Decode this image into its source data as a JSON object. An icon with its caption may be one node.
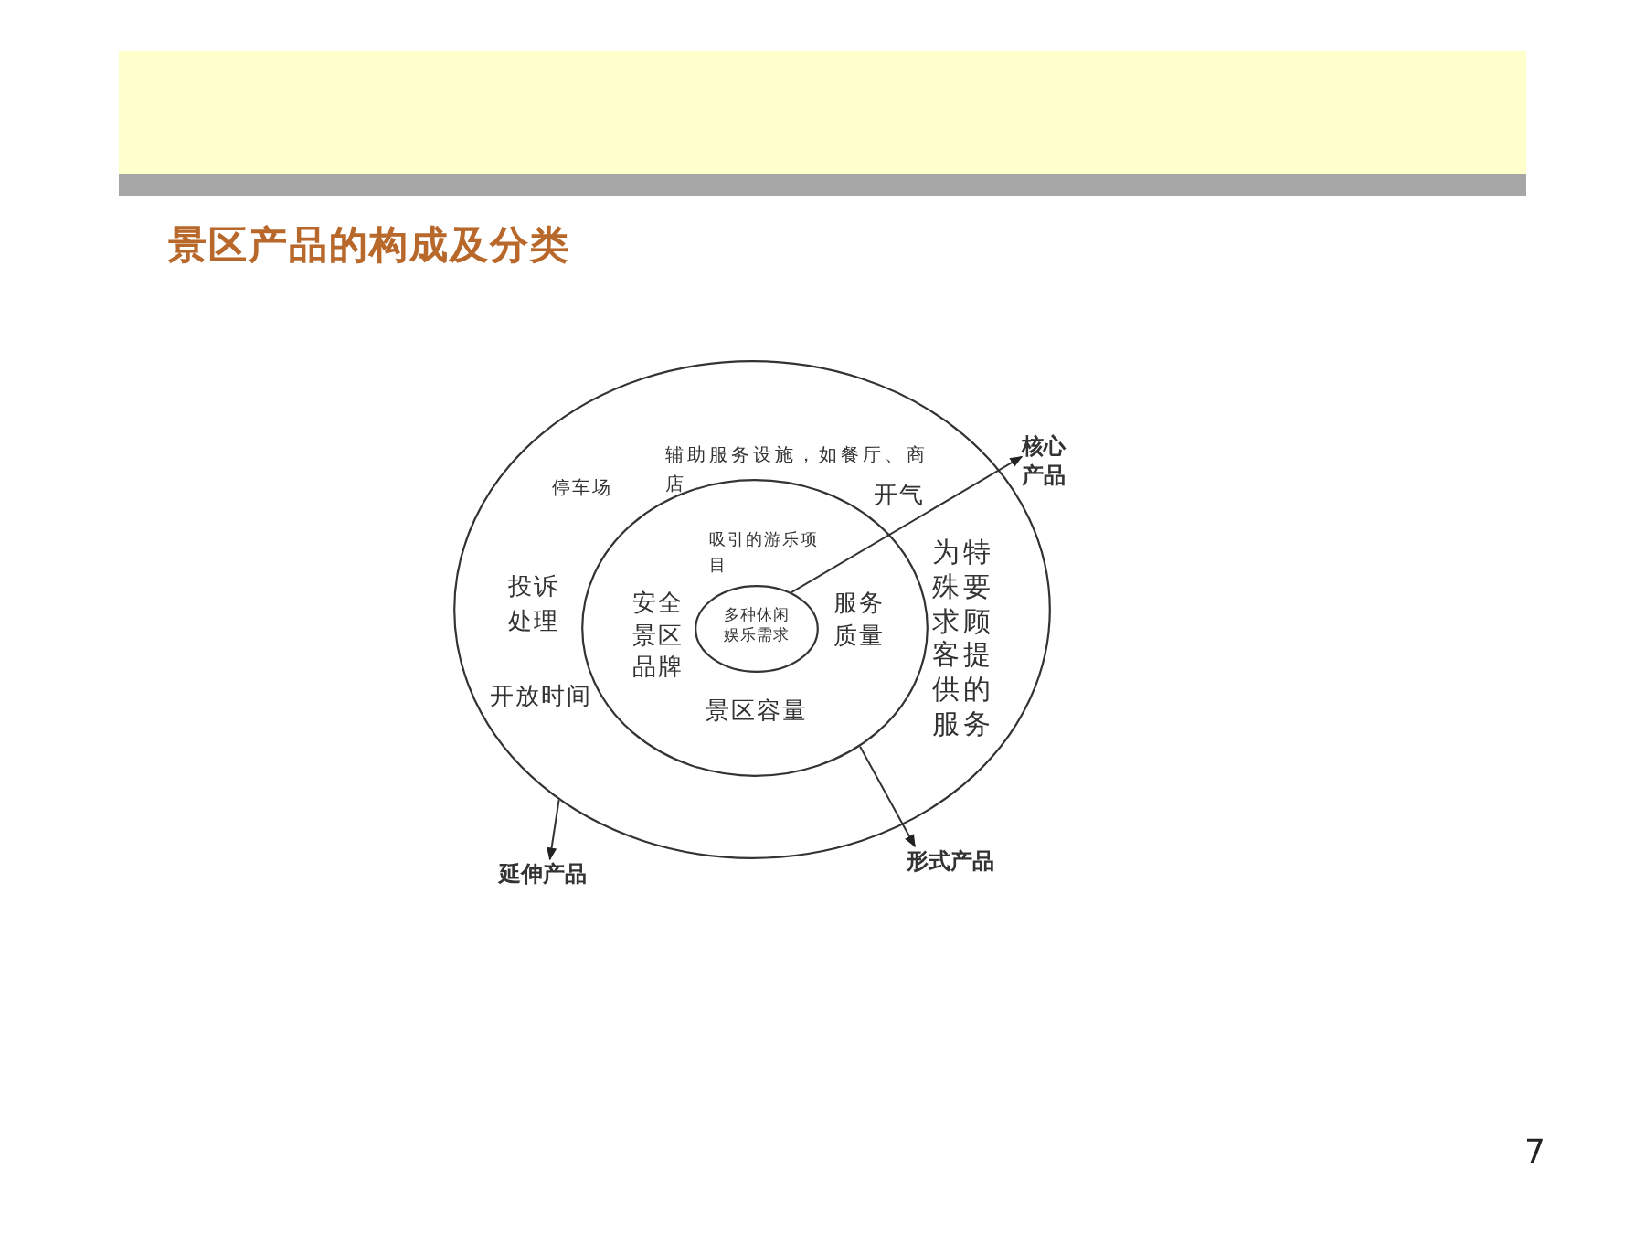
{
  "diagram": {
    "title": "景区产品的构成及分类",
    "nodes": [
      {
        "text": [
          "停车场",
          "辅助服务设施，如餐厅、商店",
          "开气",
          "投诉处理",
          "开放时间",
          "为特殊要求顾客提供的服务"
        ]
      },
      {
        "text": [
          "吸引的游乐项目",
          "安全景区品牌",
          "服务质量",
          "景区容量"
        ],
        "in": 0
      },
      {
        "text": [
          "多种休闲娱乐需求"
        ],
        "in": 1
      },
      {
        "text": [
          "核心产品"
        ]
      },
      {
        "text": [
          "延伸产品"
        ]
      },
      {
        "text": [
          "形式产品"
        ]
      }
    ],
    "edges": [
      {
        "from": 2,
        "to": 3,
        "arrow": "to"
      },
      {
        "from": 0,
        "to": 4,
        "arrow": "to"
      },
      {
        "from": 1,
        "to": 5,
        "arrow": "to"
      }
    ],
    "labels": [
      "7"
    ]
  }
}
